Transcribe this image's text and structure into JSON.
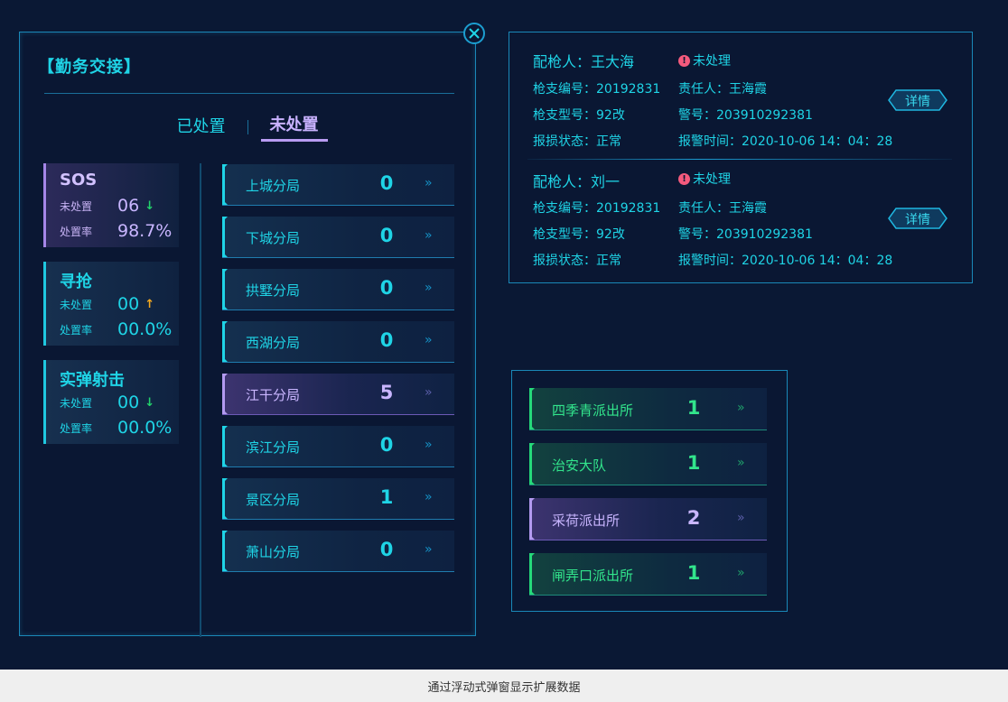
{
  "popup": {
    "title": "【勤务交接】",
    "tabs": [
      {
        "label": "已处置",
        "active": false
      },
      {
        "label": "未处置",
        "active": true
      }
    ],
    "stats": [
      {
        "title": "SOS",
        "pending_label": "未处置",
        "pending_value": "06",
        "trend": "down",
        "rate_label": "处置率",
        "rate_value": "98.7%",
        "theme": "purple"
      },
      {
        "title": "寻抢",
        "pending_label": "未处置",
        "pending_value": "00",
        "trend": "up",
        "rate_label": "处置率",
        "rate_value": "00.0%",
        "theme": "cyan"
      },
      {
        "title": "实弹射击",
        "pending_label": "未处置",
        "pending_value": "00",
        "trend": "down",
        "rate_label": "处置率",
        "rate_value": "00.0%",
        "theme": "cyan"
      }
    ],
    "branches": [
      {
        "name": "上城分局",
        "count": "0",
        "theme": "cyan"
      },
      {
        "name": "下城分局",
        "count": "0",
        "theme": "cyan"
      },
      {
        "name": "拱墅分局",
        "count": "0",
        "theme": "cyan"
      },
      {
        "name": "西湖分局",
        "count": "0",
        "theme": "cyan"
      },
      {
        "name": "江干分局",
        "count": "5",
        "theme": "purple"
      },
      {
        "name": "滨江分局",
        "count": "0",
        "theme": "cyan"
      },
      {
        "name": "景区分局",
        "count": "1",
        "theme": "cyan"
      },
      {
        "name": "萧山分局",
        "count": "0",
        "theme": "cyan"
      }
    ],
    "chevron": "»"
  },
  "gun_records": [
    {
      "holder": "配枪人：王大海",
      "status": "未处理",
      "gun_no": "枪支编号：20192831",
      "responsible": "责任人：王海霞",
      "gun_model": "枪支型号：92改",
      "police_no": "警号：203910292381",
      "damage_status": "报损状态：正常",
      "alarm_time": "报警时间：2020-10-06  14：04：28",
      "detail_label": "详情"
    },
    {
      "holder": "配枪人：刘一",
      "status": "未处理",
      "gun_no": "枪支编号：20192831",
      "responsible": "责任人：王海霞",
      "gun_model": "枪支型号：92改",
      "police_no": "警号：203910292381",
      "damage_status": "报损状态：正常",
      "alarm_time": "报警时间：2020-10-06  14：04：28",
      "detail_label": "详情"
    }
  ],
  "stations": [
    {
      "name": "四季青派出所",
      "count": "1",
      "theme": "green"
    },
    {
      "name": "治安大队",
      "count": "1",
      "theme": "green"
    },
    {
      "name": "采荷派出所",
      "count": "2",
      "theme": "purple"
    },
    {
      "name": "闸弄口派出所",
      "count": "1",
      "theme": "green"
    }
  ],
  "caption": "通过浮动式弹窗显示扩展数据",
  "colors": {
    "background": "#0a1733",
    "cyan": "#1fd4e6",
    "purple": "#b39af0",
    "green": "#25d97a",
    "alert": "#f45a7d",
    "arrow_up": "#f4a91e",
    "arrow_down": "#22d36b",
    "border": "#1a88b8"
  }
}
